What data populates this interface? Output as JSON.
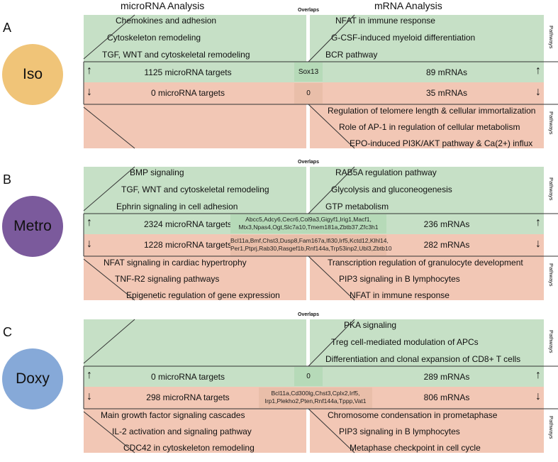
{
  "headers": {
    "mirna": "microRNA Analysis",
    "mrna": "mRNA Analysis",
    "overlaps": "Overlaps",
    "pathways": "Pathways"
  },
  "arrows": {
    "up": "↑",
    "down": "↓"
  },
  "panels": [
    {
      "letter": "A",
      "condition": "Iso",
      "color": "#f0c478",
      "top_mirna_pathways": [
        "Chemokines and adhesion",
        "Cytoskeleton remodeling",
        "TGF, WNT and cytoskeletal remodeling"
      ],
      "top_mrna_pathways": [
        "NFAT in immune response",
        "G-CSF-induced myeloid differentiation",
        "BCR pathway"
      ],
      "up_mirna": "1125 microRNA targets",
      "up_overlap": "Sox13",
      "up_mrna": "89 mRNAs",
      "down_mirna": "0 microRNA targets",
      "down_overlap": "0",
      "down_mrna": "35 mRNAs",
      "bottom_mirna_pathways": [],
      "bottom_mrna_pathways": [
        "Regulation of telomere length & cellular immortalization",
        "Role of AP-1 in regulation of cellular metabolism",
        "EPO-induced PI3K/AKT pathway & Ca(2+) influx"
      ]
    },
    {
      "letter": "B",
      "condition": "Metro",
      "color": "#7b5a9c",
      "top_mirna_pathways": [
        "BMP signaling",
        "TGF, WNT and cytoskeletal remodeling",
        "Ephrin signaling in cell adhesion"
      ],
      "top_mrna_pathways": [
        "RAB5A regulation pathway",
        "Glycolysis and gluconeogenesis",
        "GTP metabolism"
      ],
      "up_mirna": "2324 microRNA targets",
      "up_overlap": "Abcc5,Adcy6,Cecr6,Col9a3,Gigyf1,Irig1,Macf1, Mtx3,Npas4,Ogt,Slc7a10,Tmem181a,Zbtb37,Zfc3h1",
      "up_mrna": "236 mRNAs",
      "down_mirna": "1228 microRNA targets",
      "down_overlap": "Bcl11a,Bmf,Chst3,Dusp8,Fam167a,Ifi30,Irf5,Kctd12,Klhl14, Per1,Ptprj,Rab30,Rasgef1b,Rnf144a,Trp53inp2,Ubl3,Zbtb10",
      "down_mrna": "282 mRNAs",
      "bottom_mirna_pathways": [
        "NFAT signaling in cardiac hypertrophy",
        "TNF-R2 signaling pathways",
        "Epigenetic regulation of gene expression"
      ],
      "bottom_mrna_pathways": [
        "Transcription regulation of granulocyte development",
        "PIP3 signaling in B lymphocytes",
        "NFAT in immune response"
      ]
    },
    {
      "letter": "C",
      "condition": "Doxy",
      "color": "#86a9d8",
      "top_mirna_pathways": [],
      "top_mrna_pathways": [
        "PKA signaling",
        "Treg cell-mediated modulation of APCs",
        "Differentiation and clonal expansion of CD8+ T cells"
      ],
      "up_mirna": "0 microRNA targets",
      "up_overlap": "0",
      "up_mrna": "289 mRNAs",
      "down_mirna": "298 microRNA targets",
      "down_overlap": "Bcl11a,Cd300lg,Chst3,Cplx2,Irf5, Irp1,Plekho2,Pten,Rnf144a,Tppp,Vat1",
      "down_mrna": "806 mRNAs",
      "bottom_mirna_pathways": [
        "Main growth factor signaling cascades",
        "IL-2 activation and signaling pathway",
        "CDC42 in cytoskeleton remodeling"
      ],
      "bottom_mrna_pathways": [
        "Chromosome condensation in prometaphase",
        "PIP3 signaling in B lymphocytes",
        "Metaphase checkpoint in cell cycle"
      ]
    }
  ]
}
